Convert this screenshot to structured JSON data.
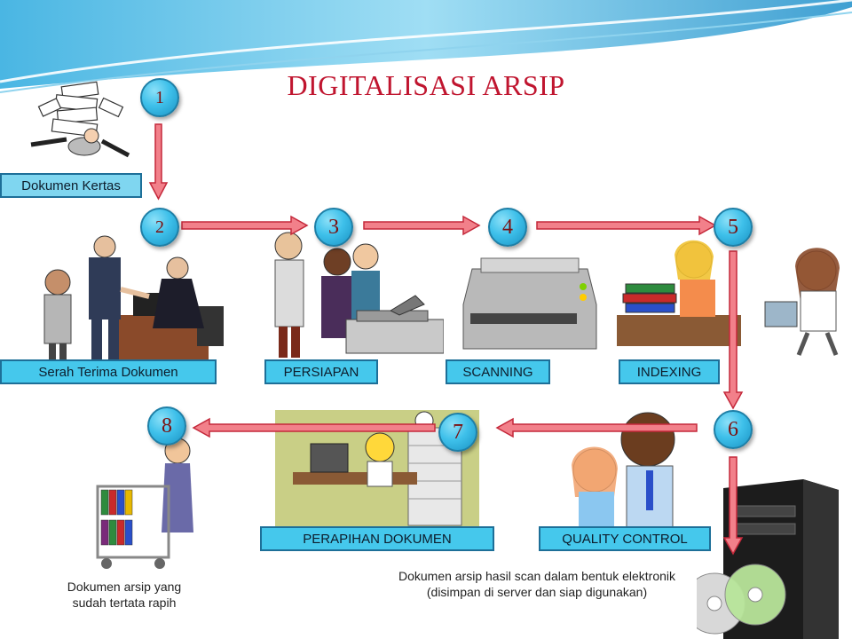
{
  "title": "DIGITALISASI ARSIP",
  "steps": [
    {
      "number": "1"
    },
    {
      "number": "2"
    },
    {
      "number": "3"
    },
    {
      "number": "4"
    },
    {
      "number": "5"
    },
    {
      "number": "6"
    },
    {
      "number": "7"
    },
    {
      "number": "8"
    }
  ],
  "labels": {
    "dokumen_kertas": "Dokumen Kertas",
    "serah_terima": "Serah Terima Dokumen",
    "persiapan": "PERSIAPAN",
    "scanning": "SCANNING",
    "indexing": "INDEXING",
    "perapihan": "PERAPIHAN DOKUMEN",
    "quality_control": "QUALITY CONTROL"
  },
  "captions": {
    "arsip_rapih_line1": "Dokumen arsip yang",
    "arsip_rapih_line2": "sudah tertata rapih",
    "elektronik_line1": "Dokumen arsip hasil scan dalam bentuk elektronik",
    "elektronik_line2": "(disimpan di server dan siap digunakan)"
  },
  "colors": {
    "title": "#c0152f",
    "arrow_fill": "#f2808a",
    "arrow_stroke": "#c4283a",
    "label_fill": "#45c8ec",
    "label_border": "#1d6f98",
    "circle": "#3ec0ea"
  }
}
